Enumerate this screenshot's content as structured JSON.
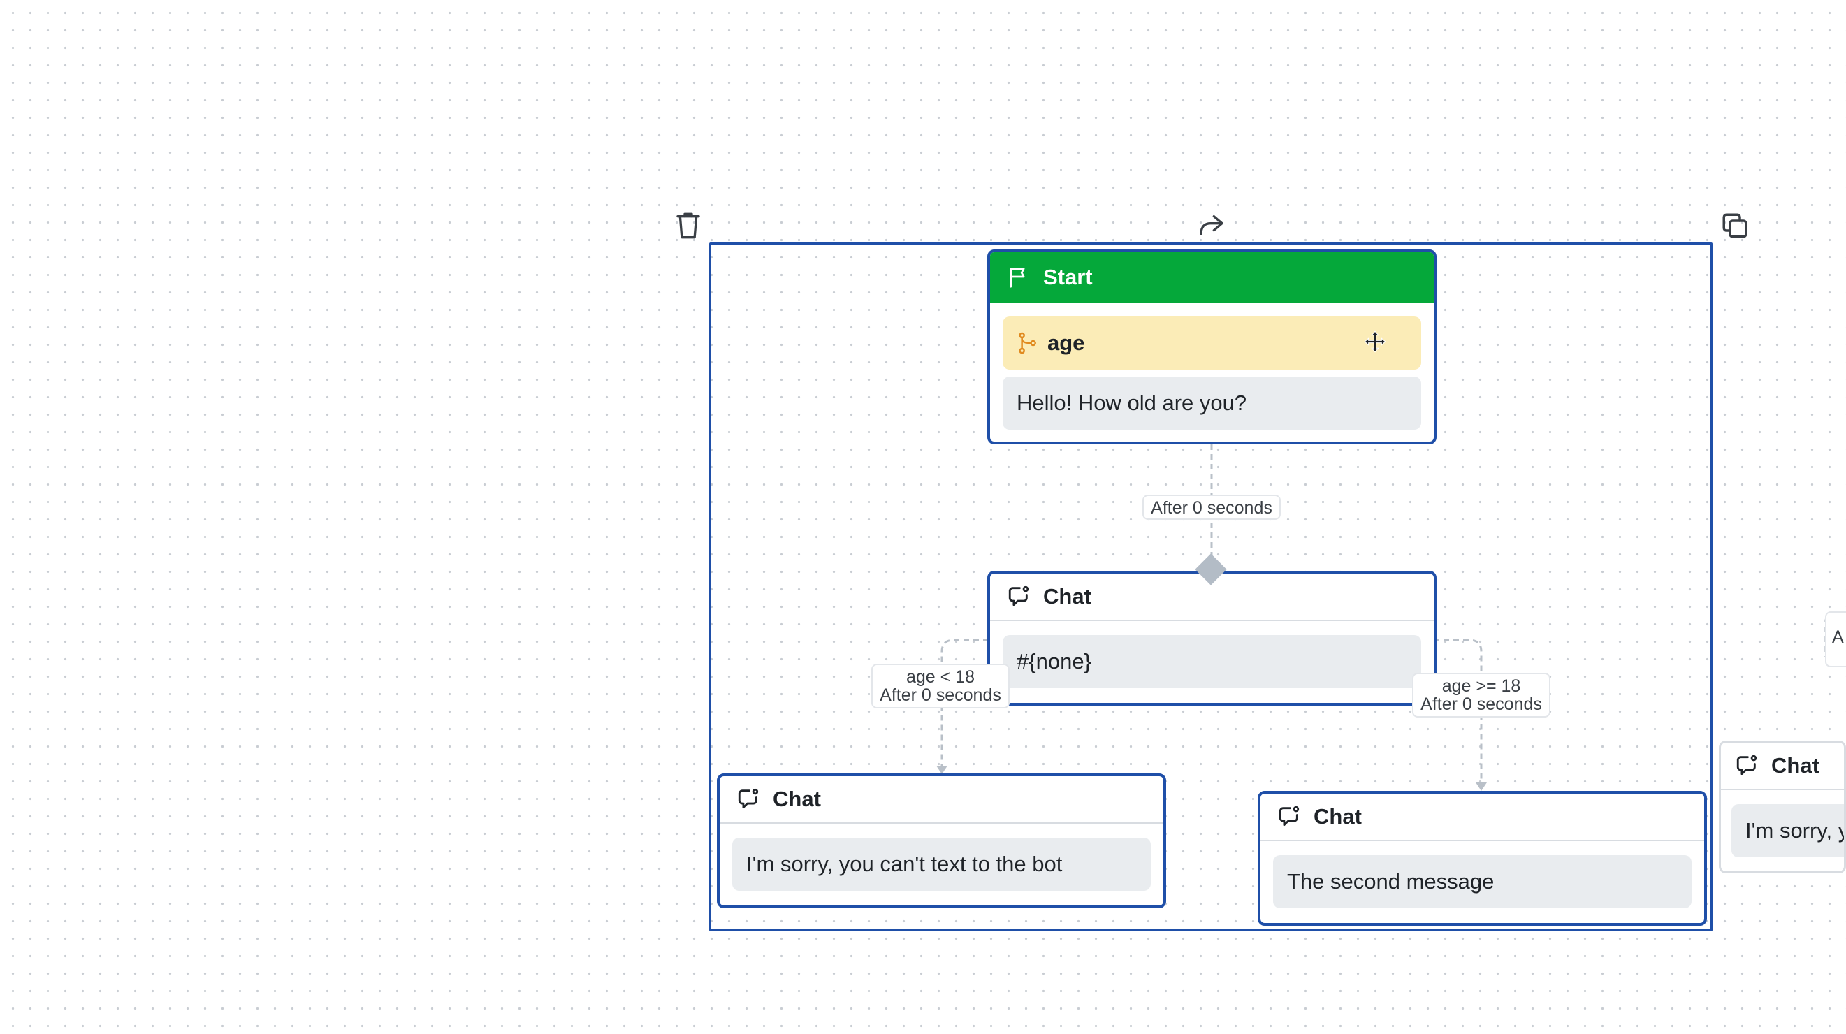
{
  "canvas": {
    "start_node": {
      "title": "Start",
      "variable": "age",
      "message": "Hello! How old are you?"
    },
    "chat_node_center": {
      "title": "Chat",
      "message": "#{none}"
    },
    "chat_node_left": {
      "title": "Chat",
      "message": "I'm sorry, you can't text to the bot"
    },
    "chat_node_right": {
      "title": "Chat",
      "message": "The second message"
    },
    "chat_node_partial": {
      "title": "Chat",
      "message": "I'm sorry, y",
      "edge_label_fragment": "A"
    },
    "edges": {
      "start_to_chat": "After 0 seconds",
      "left_condition": "age < 18",
      "left_delay": "After 0 seconds",
      "right_condition": "age >= 18",
      "right_delay": "After 0 seconds"
    }
  },
  "toolbar": {
    "delete_icon": "trash-icon",
    "share_icon": "share-arrow-icon",
    "duplicate_icon": "copy-icon"
  },
  "colors": {
    "selection_border": "#1f4fa8",
    "start_header": "#05a83a",
    "variable_row": "#fbecb7",
    "branch_icon": "#e08a1e",
    "message_row": "#e9ecef"
  }
}
